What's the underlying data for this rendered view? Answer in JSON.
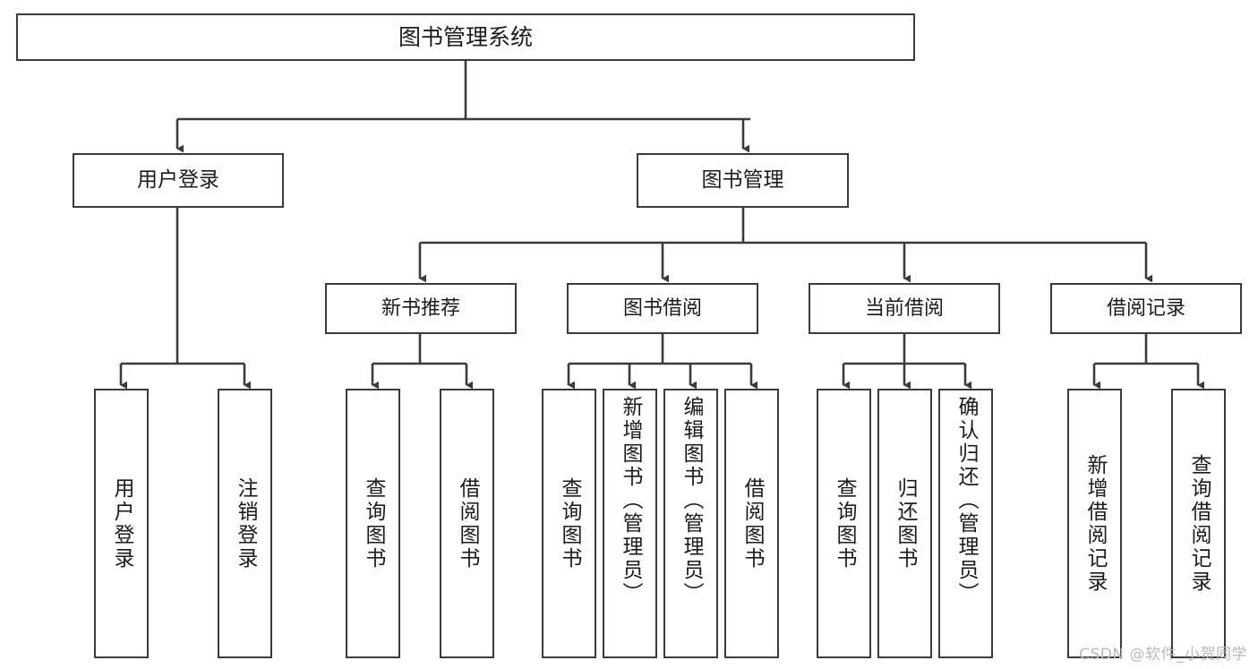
{
  "diagram": {
    "type": "tree",
    "title": "图书管理系统",
    "orientation": "top-down",
    "colors": {
      "box_border": "#3b3b3b",
      "box_fill": "#ffffff",
      "connector": "#3b3b3b",
      "text": "#1b1b1b",
      "watermark": "#b9b9b9"
    },
    "root": {
      "label": "图书管理系统"
    },
    "level1": [
      {
        "label": "用户登录"
      },
      {
        "label": "图书管理"
      }
    ],
    "level2": [
      {
        "label": "新书推荐"
      },
      {
        "label": "图书借阅"
      },
      {
        "label": "当前借阅"
      },
      {
        "label": "借阅记录"
      }
    ],
    "leaves": {
      "user_login": [
        {
          "label": "用户登录"
        },
        {
          "label": "注销登录"
        }
      ],
      "new_book": [
        {
          "label": "查询图书"
        },
        {
          "label": "借阅图书"
        }
      ],
      "book_borrow": [
        {
          "label": "查询图书"
        },
        {
          "label": "新增图书（管理员）"
        },
        {
          "label": "编辑图书（管理员）"
        },
        {
          "label": "借阅图书"
        }
      ],
      "current_borrow": [
        {
          "label": "查询图书"
        },
        {
          "label": "归还图书"
        },
        {
          "label": "确认归还（管理员）"
        }
      ],
      "borrow_record": [
        {
          "label": "新增借阅记录"
        },
        {
          "label": "查询借阅记录"
        }
      ]
    }
  },
  "watermark": {
    "text": "CSDN @软件_小贺同学"
  }
}
